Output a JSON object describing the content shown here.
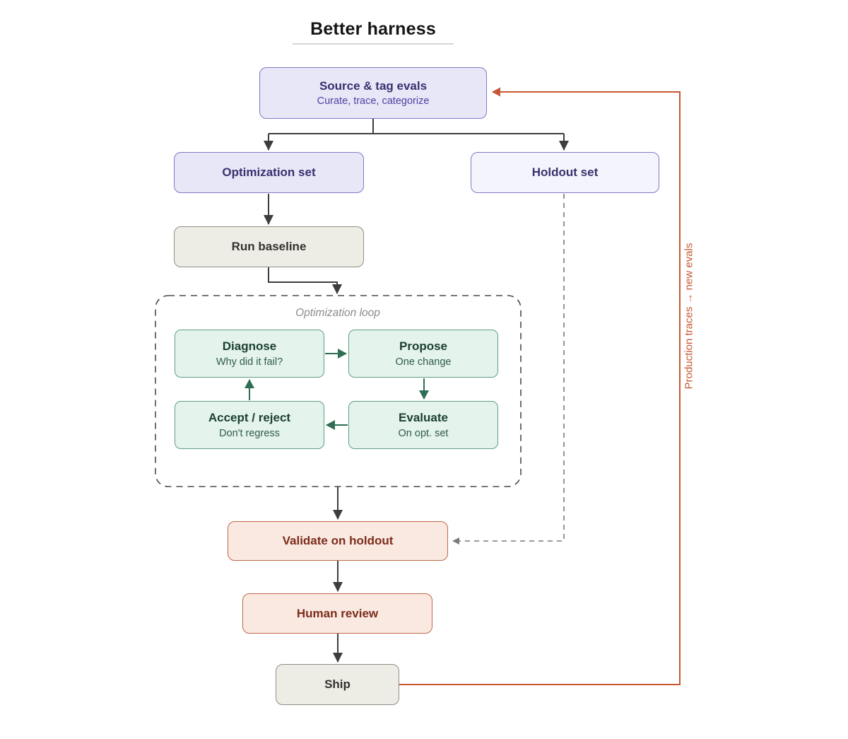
{
  "title": "Better harness",
  "nodes": {
    "source": {
      "title": "Source & tag evals",
      "subtitle": "Curate, trace, categorize"
    },
    "optimization_set": {
      "label": "Optimization set"
    },
    "holdout_set": {
      "label": "Holdout set"
    },
    "run_baseline": {
      "label": "Run baseline"
    },
    "loop": {
      "label": "Optimization loop"
    },
    "diagnose": {
      "title": "Diagnose",
      "subtitle": "Why did it fail?"
    },
    "propose": {
      "title": "Propose",
      "subtitle": "One change"
    },
    "evaluate": {
      "title": "Evaluate",
      "subtitle": "On opt. set"
    },
    "accept_reject": {
      "title": "Accept / reject",
      "subtitle": "Don't regress"
    },
    "validate_holdout": {
      "label": "Validate on holdout"
    },
    "human_review": {
      "label": "Human review"
    },
    "ship": {
      "label": "Ship"
    }
  },
  "feedback": {
    "label": "Production traces → new evals"
  },
  "colors": {
    "purple_fill": "#e8e7f8",
    "purple_fill_light": "#f4f4fc",
    "purple_border": "#7f79c6",
    "indigo_text": "#37316e",
    "neutral_fill": "#edece5",
    "neutral_border": "#8f8e87",
    "green_fill": "#e4f3ec",
    "green_border": "#5f9e81",
    "green_text": "#1c4033",
    "pink_fill": "#f9e9e1",
    "pink_border": "#c2674a",
    "maroon_text": "#7c2c1b",
    "arrow_dark": "#3d3d3d",
    "arrow_green": "#2e6e52",
    "arrow_dashed_gray": "#7a7a7a",
    "feedback_orange": "#c65834"
  }
}
